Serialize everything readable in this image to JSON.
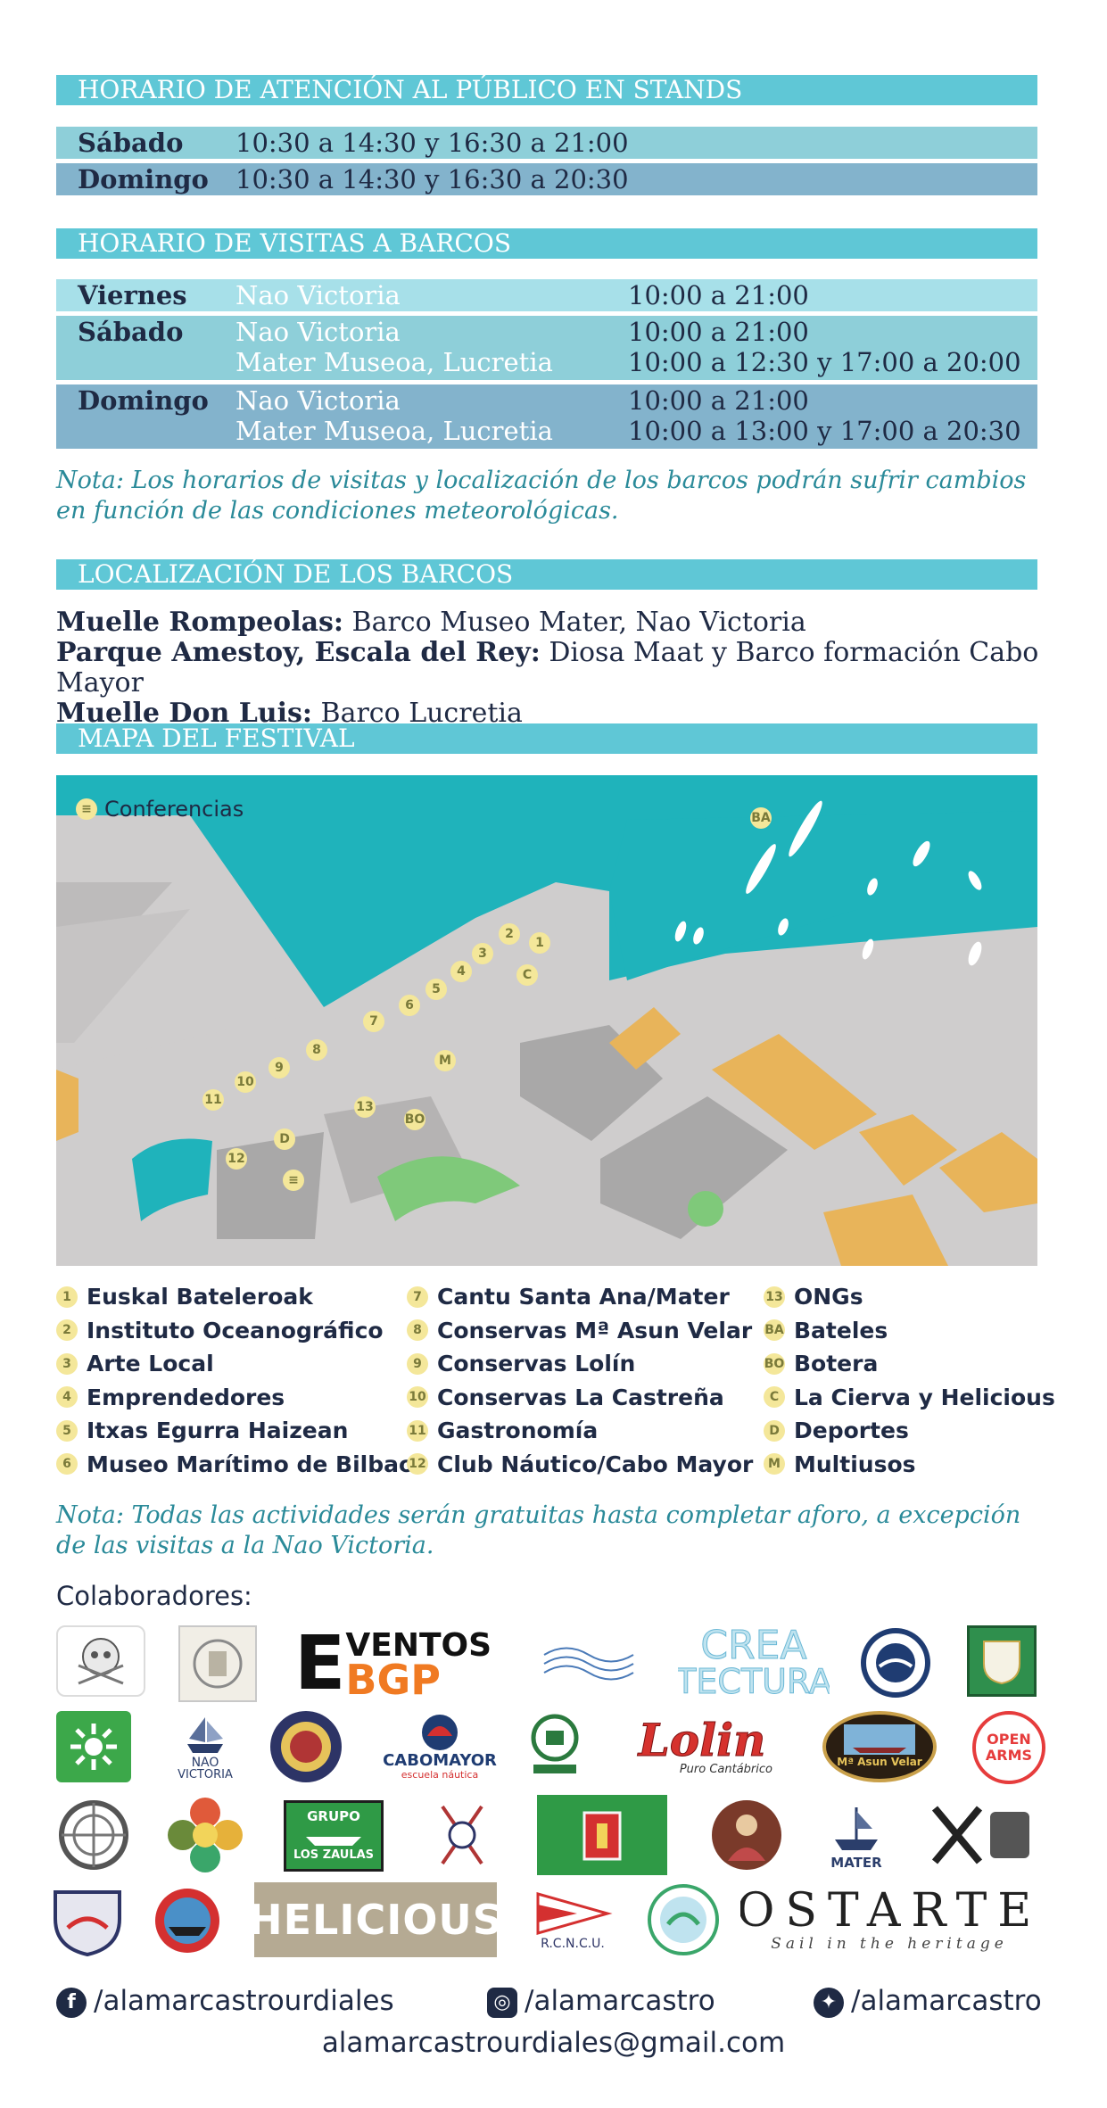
{
  "stands": {
    "title": "HORARIO DE ATENCIÓN AL PÚBLICO EN STANDS",
    "rows": [
      {
        "day": "Sábado",
        "hours": "10:30 a 14:30 y 16:30 a 21:00"
      },
      {
        "day": "Domingo",
        "hours": "10:30 a 14:30 y 16:30 a 20:30"
      }
    ]
  },
  "visits": {
    "title": "HORARIO DE  VISITAS A BARCOS",
    "rows": [
      {
        "day": "Viernes",
        "boats": [
          "Nao Victoria"
        ],
        "hours": [
          "10:00 a 21:00"
        ]
      },
      {
        "day": "Sábado",
        "boats": [
          "Nao Victoria",
          "Mater Museoa, Lucretia"
        ],
        "hours": [
          "10:00 a 21:00",
          "10:00 a 12:30 y 17:00 a 20:00"
        ]
      },
      {
        "day": "Domingo",
        "boats": [
          "Nao Victoria",
          "Mater Museoa, Lucretia"
        ],
        "hours": [
          "10:00 a 21:00",
          "10:00 a 13:00 y 17:00 a 20:30"
        ]
      }
    ],
    "note": "Nota: Los horarios de visitas y localización de los barcos podrán sufrir cambios en función de las condiciones meteorológicas."
  },
  "location": {
    "title": "LOCALIZACIÓN DE LOS BARCOS",
    "items": [
      {
        "place": "Muelle Rompeolas:",
        "boats": " Barco Museo Mater, Nao Victoria"
      },
      {
        "place": "Parque Amestoy, Escala del Rey:",
        "boats": " Diosa Maat y Barco formación Cabo Mayor"
      },
      {
        "place": "Muelle Don Luis:",
        "boats": " Barco Lucretia"
      }
    ]
  },
  "map": {
    "title": "MAPA DEL FESTIVAL",
    "conferences_label": "Conferencias",
    "markers": [
      "1",
      "2",
      "3",
      "4",
      "5",
      "6",
      "7",
      "8",
      "9",
      "10",
      "11",
      "12",
      "13",
      "BA",
      "BO",
      "C",
      "D",
      "M"
    ],
    "colors": {
      "water": "#1fb3bb",
      "land": "#cfcdcd",
      "building": "#e8b45a",
      "green": "#7fc97a",
      "badge": "#f4e79a"
    }
  },
  "legend": {
    "col1": [
      {
        "code": "1",
        "label": "Euskal Bateleroak"
      },
      {
        "code": "2",
        "label": "Instituto Oceanográfico"
      },
      {
        "code": "3",
        "label": "Arte Local"
      },
      {
        "code": "4",
        "label": "Emprendedores"
      },
      {
        "code": "5",
        "label": "Itxas Egurra Haizean"
      },
      {
        "code": "6",
        "label": "Museo Marítimo de Bilbao"
      }
    ],
    "col2": [
      {
        "code": "7",
        "label": "Cantu Santa Ana/Mater"
      },
      {
        "code": "8",
        "label": "Conservas Mª Asun Velar"
      },
      {
        "code": "9",
        "label": "Conservas Lolín"
      },
      {
        "code": "10",
        "label": "Conservas La Castreña"
      },
      {
        "code": "11",
        "label": "Gastronomía"
      },
      {
        "code": "12",
        "label": "Club Náutico/Cabo Mayor"
      }
    ],
    "col3": [
      {
        "code": "13",
        "label": "ONGs"
      },
      {
        "code": "BA",
        "label": "Bateles"
      },
      {
        "code": "BO",
        "label": "Botera"
      },
      {
        "code": "C",
        "label": "La Cierva y Helicious"
      },
      {
        "code": "D",
        "label": "Deportes"
      },
      {
        "code": "M",
        "label": "Multiusos"
      }
    ]
  },
  "note2": "Nota: Todas las actividades serán gratuitas hasta completar aforo, a excepción de las visitas a la Nao Victoria.",
  "sponsors": {
    "title": "Colaboradores:",
    "logos": {
      "eventos": "VENTOS",
      "bgp": "BGP",
      "e": "E",
      "crea": "CREA",
      "tectura": "TECTURA",
      "nao": "NAO",
      "victoria": "VICTORIA",
      "cabomayor": "CABOMAYOR",
      "escuela": "escuela náutica",
      "lolin": "Lolin",
      "lolin_sub": "Puro Cantábrico",
      "asun": "Mª Asun Velar",
      "open": "OPEN",
      "arms": "ARMS",
      "grupo": "GRUPO",
      "zaulas": "LOS ZAULAS",
      "mater": "MATER",
      "helicious": "HELICIOUS",
      "rcncu": "R.C.N.C.U.",
      "ostarte": "OSTARTE",
      "ostarte_sub": "Sail in the heritage"
    }
  },
  "footer": {
    "facebook": "/alamarcastrourdiales",
    "instagram": "/alamarcastro",
    "twitter": "/alamarcastro",
    "email": "alamarcastrourdiales@gmail.com"
  }
}
